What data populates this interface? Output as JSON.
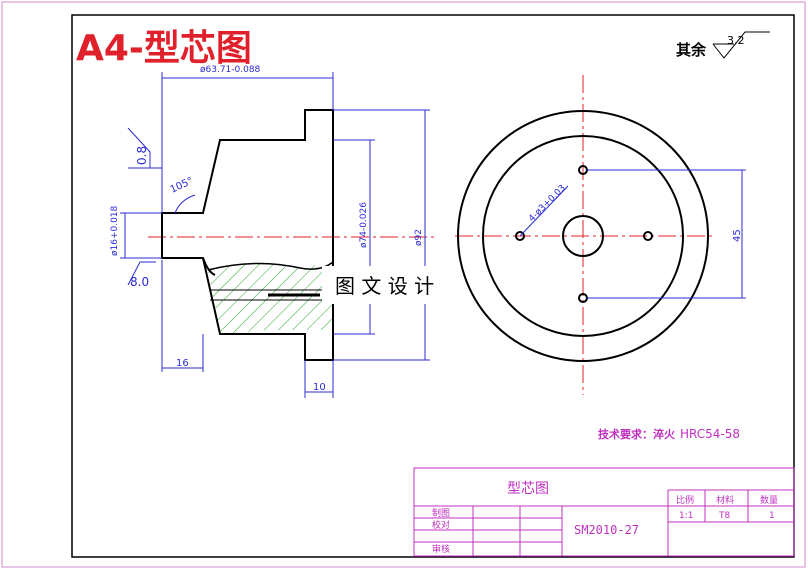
{
  "header": {
    "title": "A4-型芯图",
    "roughness_label": "其余",
    "roughness_value": "3.2"
  },
  "side_view": {
    "dims": {
      "top_width": "ø63.71-0.088",
      "angle": "105°",
      "rough_left_top": "0.8",
      "rough_left_bottom": "8.0",
      "small_bore": "ø16+0.018",
      "mid_dia": "ø74-0.026",
      "outer_dia": "ø92",
      "bottom_left": "16",
      "bottom_right": "10"
    }
  },
  "watermark": "图 文 设 计",
  "front_view": {
    "hole_note": "4-ø3+0.03",
    "spacing": "45"
  },
  "tech_req": {
    "label": "技术要求：淬火",
    "value": "HRC54-58"
  },
  "title_block": {
    "part_name": "型芯图",
    "drawing_no": "SM2010-27",
    "rows": [
      "制图",
      "校对",
      "审核"
    ],
    "headers": [
      "比例",
      "材料",
      "数量"
    ],
    "values": [
      "1:1",
      "T8",
      "1"
    ]
  }
}
